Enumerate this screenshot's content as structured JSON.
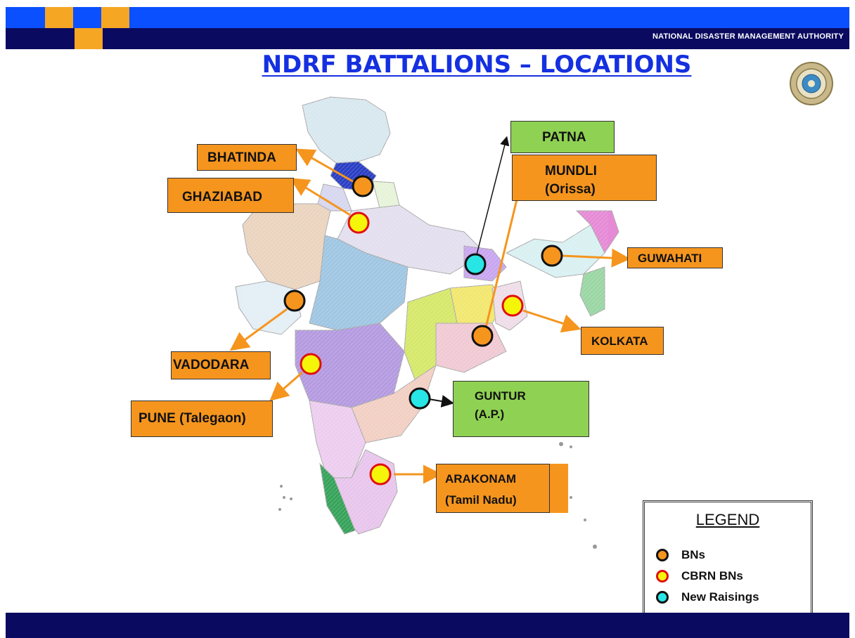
{
  "header": {
    "org_name": "NATIONAL DISASTER MANAGEMENT AUTHORITY",
    "title": "NDRF BATTALIONS – LOCATIONS"
  },
  "colors": {
    "bn_fill": "#f5951e",
    "bn_stroke": "#111111",
    "cbrn_fill": "#f5f50a",
    "cbrn_stroke": "#e01010",
    "new_fill": "#28e6e6",
    "new_stroke": "#111111",
    "label_orange": "#f5951e",
    "label_green": "#8fd152"
  },
  "locations": [
    {
      "id": "bhatinda",
      "lines": [
        "BHATINDA"
      ],
      "type": "BNs"
    },
    {
      "id": "ghaziabad",
      "lines": [
        "GHAZIABAD"
      ],
      "type": "CBRN BNs"
    },
    {
      "id": "patna",
      "lines": [
        "PATNA"
      ],
      "type": "New Raisings"
    },
    {
      "id": "mundli",
      "lines": [
        "MUNDLI",
        "(Orissa)"
      ],
      "type": "BNs"
    },
    {
      "id": "guwahati",
      "lines": [
        "GUWAHATI"
      ],
      "type": "BNs"
    },
    {
      "id": "kolkata",
      "lines": [
        "KOLKATA"
      ],
      "type": "CBRN BNs"
    },
    {
      "id": "vadodara",
      "lines": [
        "VADODARA"
      ],
      "type": "BNs"
    },
    {
      "id": "pune",
      "lines": [
        "PUNE (Talegaon)"
      ],
      "type": "CBRN BNs"
    },
    {
      "id": "guntur",
      "lines": [
        "GUNTUR",
        "(A.P.)"
      ],
      "type": "New Raisings"
    },
    {
      "id": "arakonam",
      "lines": [
        "ARAKONAM",
        "(Tamil Nadu)"
      ],
      "type": "CBRN BNs"
    }
  ],
  "legend": {
    "title": "LEGEND",
    "items": [
      {
        "label": "BNs"
      },
      {
        "label": "CBRN  BNs"
      },
      {
        "label": "New Raisings"
      }
    ]
  }
}
